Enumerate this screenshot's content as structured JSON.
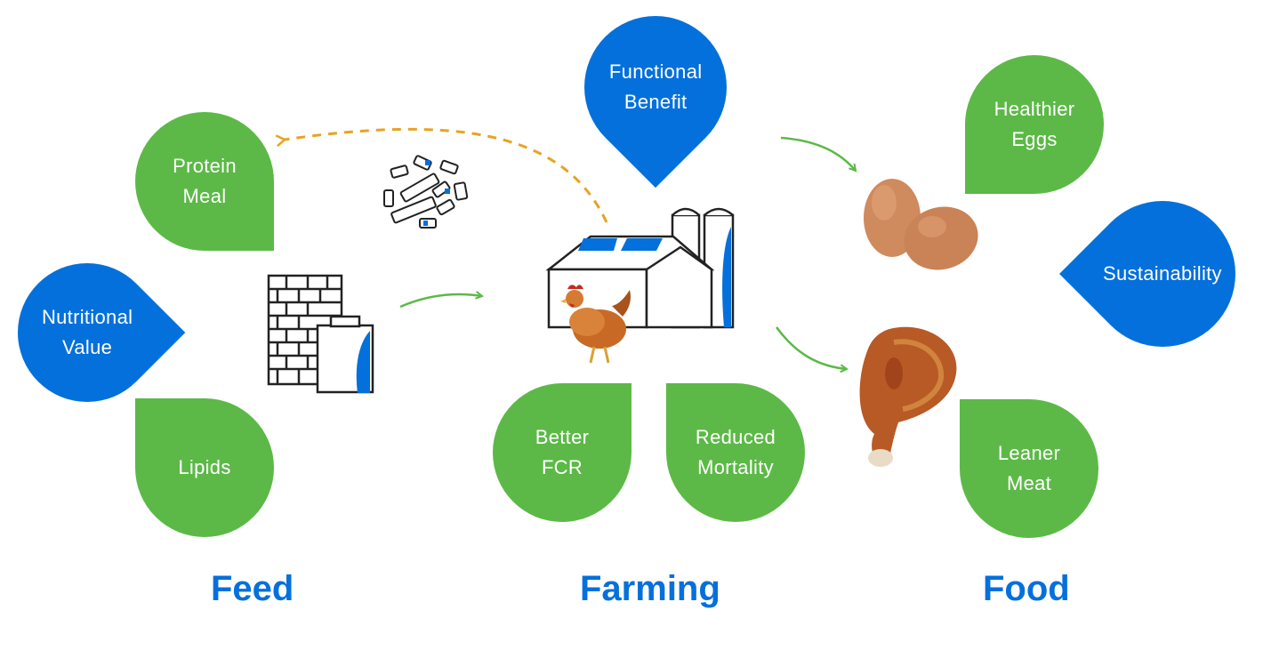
{
  "feed": {
    "title": "Feed",
    "protein": "Protein\nMeal",
    "nutritional": "Nutritional\nValue",
    "lipids": "Lipids"
  },
  "farming": {
    "title": "Farming",
    "functional": "Functional\nBenefit",
    "fcr": "Better\nFCR",
    "mortality": "Reduced\nMortality"
  },
  "food": {
    "title": "Food",
    "eggs": "Healthier\nEggs",
    "sustainability": "Sustainability",
    "meat": "Leaner\nMeat"
  },
  "colors": {
    "green": "#5cb947",
    "blue": "#0470dc",
    "dashed_arrow": "#e6a324"
  }
}
